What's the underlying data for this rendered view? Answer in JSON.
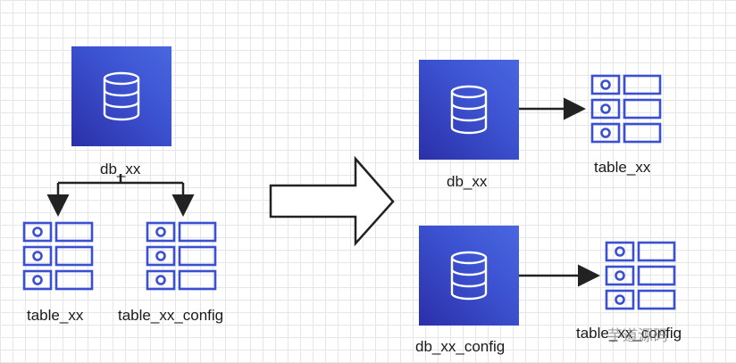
{
  "diagram": {
    "left": {
      "database_label": "db_xx",
      "tables": [
        "table_xx",
        "table_xx_config"
      ]
    },
    "right": {
      "databases": [
        {
          "label": "db_xx",
          "table": "table_xx"
        },
        {
          "label": "db_xx_config",
          "table": "table_xx_config"
        }
      ]
    },
    "watermark": "芋道源码"
  },
  "colors": {
    "db_fill": "#3347c8",
    "table_stroke": "#3b50d0",
    "arrow": "#222222"
  },
  "icons": {
    "database": "database-icon",
    "table": "table-icon",
    "transition": "right-arrow-icon"
  }
}
